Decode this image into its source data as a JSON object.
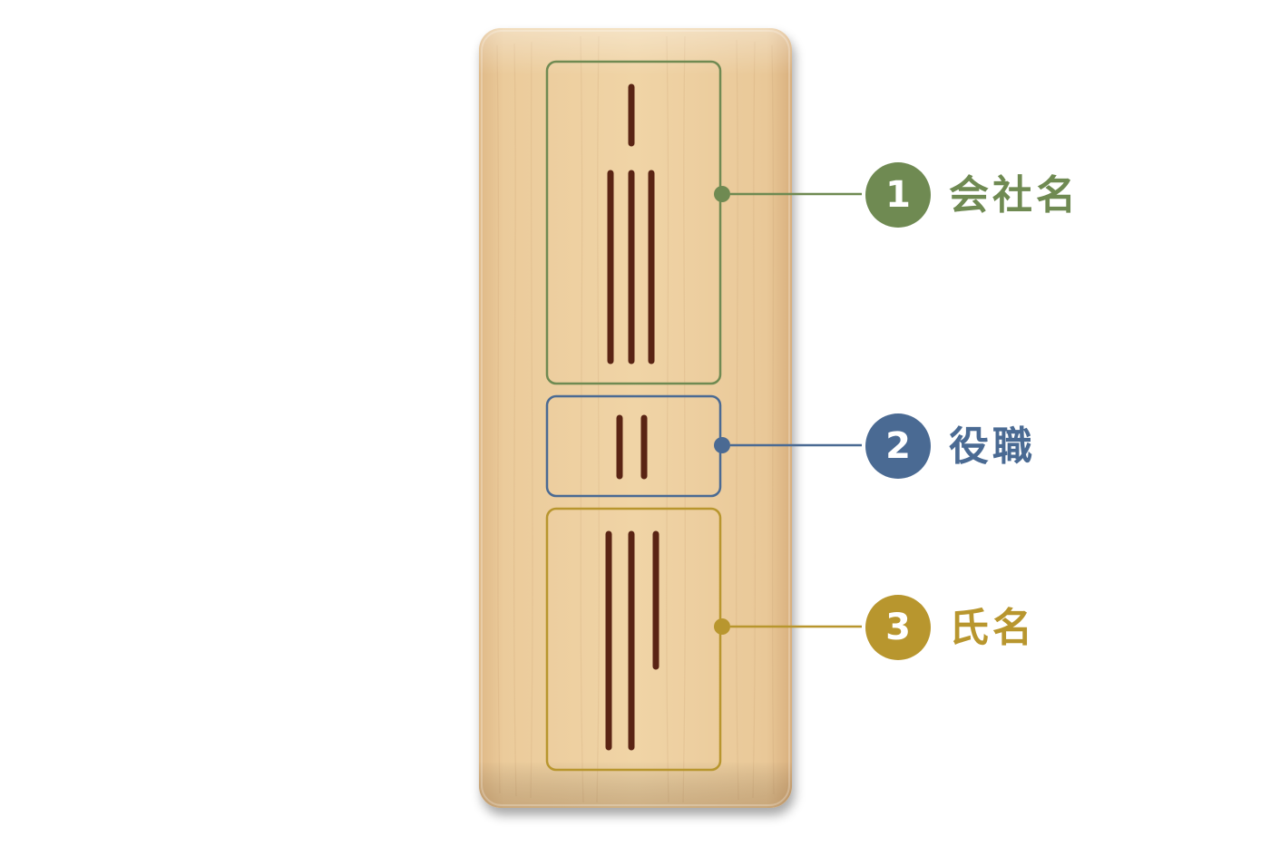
{
  "sections": [
    {
      "number": "1",
      "label": "会社名",
      "color": "#6f8a52"
    },
    {
      "number": "2",
      "label": "役職",
      "color": "#4a6a93"
    },
    {
      "number": "3",
      "label": "氏名",
      "color": "#b8962e"
    }
  ],
  "colors": {
    "wood_light": "#eed2a4",
    "wood_dark": "#dcb483",
    "carving": "#5a2414"
  }
}
